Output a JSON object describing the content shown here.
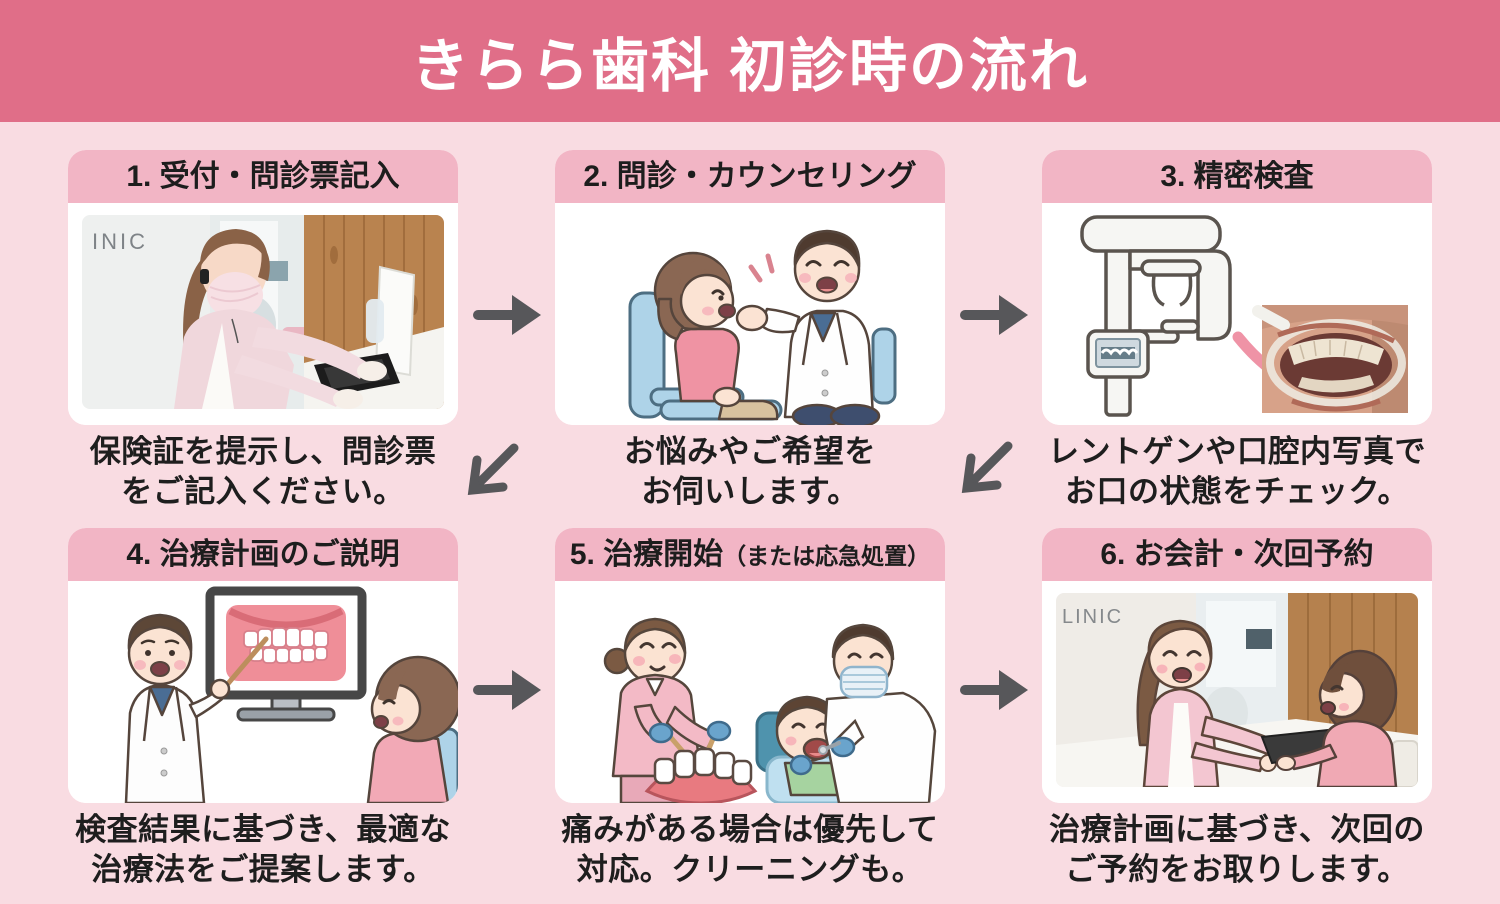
{
  "banner": {
    "title": "きらら歯科 初診時の流れ"
  },
  "colors": {
    "banner_bg": "#e06e88",
    "page_bg": "#f9dce2",
    "card_header_bg": "#f2b5c5",
    "card_bg": "#ffffff",
    "text_dark": "#1e1e1e",
    "arrow_gray": "#57575a",
    "pink_arrow": "#ef93a6"
  },
  "icons": {
    "arrow_right": "→",
    "arrow_down_left": "↙"
  },
  "steps": [
    {
      "title": "1. 受付・問診票記入",
      "title_note": "",
      "caption": "保険証を提示し、問診票\nをご記入ください。",
      "image": "reception-counter-photo",
      "sign_text": "INIC"
    },
    {
      "title": "2. 問診・カウンセリング",
      "title_note": "",
      "caption": "お悩みやご希望を\nお伺いします。",
      "image": "counseling-illustration"
    },
    {
      "title": "3. 精密検査",
      "title_note": "",
      "caption": "レントゲンや口腔内写真で\nお口の状態をチェック。",
      "image": "xray-and-intraoral-photo"
    },
    {
      "title": "4. 治療計画のご説明",
      "title_note": "",
      "caption": "検査結果に基づき、最適な\n治療法をご提案します。",
      "image": "treatment-plan-illustration"
    },
    {
      "title": "5. 治療開始",
      "title_note": "（または応急処置）",
      "caption": "痛みがある場合は優先して\n対応。クリーニングも。",
      "image": "treatment-start-illustration"
    },
    {
      "title": "6. お会計・次回予約",
      "title_note": "",
      "caption": "治療計画に基づき、次回の\nご予約をお取りします。",
      "image": "checkout-illustration",
      "sign_text": "LINIC"
    }
  ]
}
